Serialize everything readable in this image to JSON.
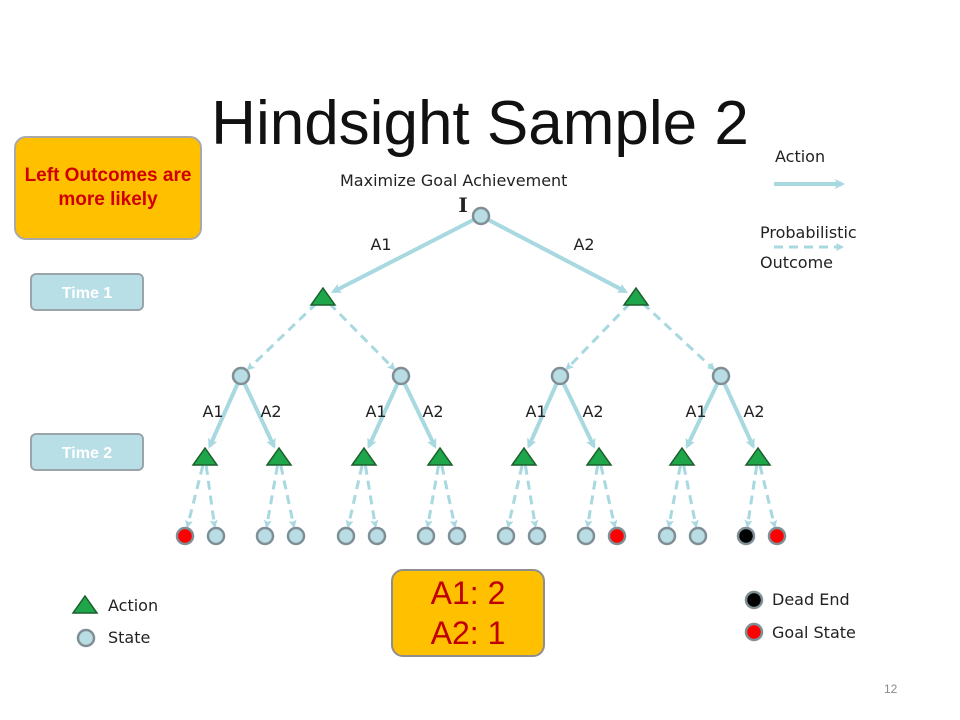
{
  "title": "Hindsight Sample 2",
  "subtitle": "Maximize Goal Achievement",
  "root_label": "I",
  "callout": "Left Outcomes are more likely",
  "time_labels": [
    "Time 1",
    "Time 2"
  ],
  "level1_action_labels": [
    "A1",
    "A2"
  ],
  "level2_action_labels": [
    "A1",
    "A2",
    "A1",
    "A2",
    "A1",
    "A2",
    "A1",
    "A2"
  ],
  "leaf_states": [
    "goal",
    "state",
    "state",
    "state",
    "state",
    "state",
    "state",
    "state",
    "state",
    "state",
    "state",
    "goal",
    "state",
    "state",
    "dead-end",
    "goal"
  ],
  "result": {
    "a1": "A1: 2",
    "a2": "A2: 1"
  },
  "legend_top": {
    "action": "Action",
    "probabilistic_line1": "Probabilistic",
    "probabilistic_line2": "Outcome"
  },
  "legend_bottom_left": {
    "action": "Action",
    "state": "State"
  },
  "legend_bottom_right": {
    "dead_end": "Dead End",
    "goal_state": "Goal State"
  },
  "colors": {
    "edge": "#a8d8e0",
    "state_fill": "#b9dde4",
    "state_stroke": "#7f8f95",
    "action_fill": "#1fa54a",
    "action_stroke": "#1b5e2d",
    "goal": "#ff0000",
    "dead_end": "#000000",
    "callout_bg": "#ffc000",
    "callout_text": "#d00000",
    "time_label_bg": "#b9dfe6"
  },
  "page_number": "12"
}
